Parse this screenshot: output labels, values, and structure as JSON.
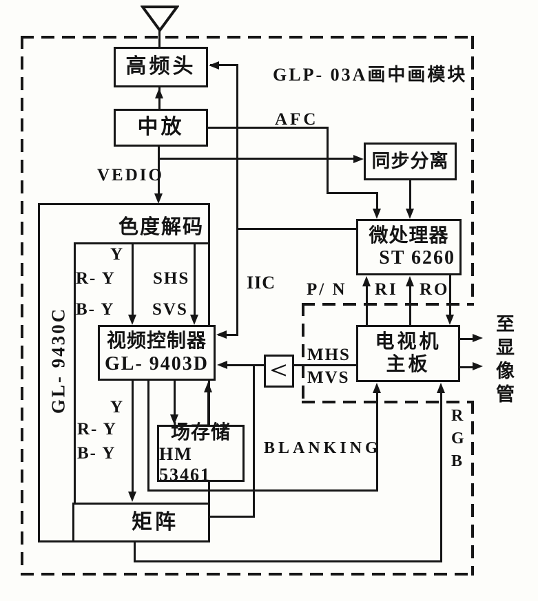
{
  "diagram": {
    "title": "GLP- 03A画中画模块",
    "boxes": {
      "tuner": "高频头",
      "ifamp": "中放",
      "chroma": "色度解码",
      "sync": "同步分离",
      "micro1": "微处理器",
      "micro2": "ST 6260",
      "vctrl1": "视频控制器",
      "vctrl2": "GL- 9403D",
      "fmem1": "场存储",
      "fmem2": "HM 53461",
      "matrix": "矩阵",
      "tvmain1": "电视机",
      "tvmain2": "主板",
      "chip": "GL- 9430C",
      "comparator": "<"
    },
    "labels": {
      "afc": "AFC",
      "vedio": "VEDIO",
      "y1": "Y",
      "ry1": "R- Y",
      "by1": "B- Y",
      "shs": "SHS",
      "svs": "SVS",
      "iic": "IIC",
      "pn": "P/ N",
      "ri": "RI",
      "ro": "RO",
      "mhs": "MHS",
      "mvs": "MVS",
      "y2": "Y",
      "ry2": "R- Y",
      "by2": "B- Y",
      "blanking": "BLANKING",
      "r": "R",
      "g": "G",
      "b": "B",
      "tocrt": "至显像管"
    },
    "colors": {
      "ink": "#161616",
      "paper": "#fdfdfa"
    }
  }
}
